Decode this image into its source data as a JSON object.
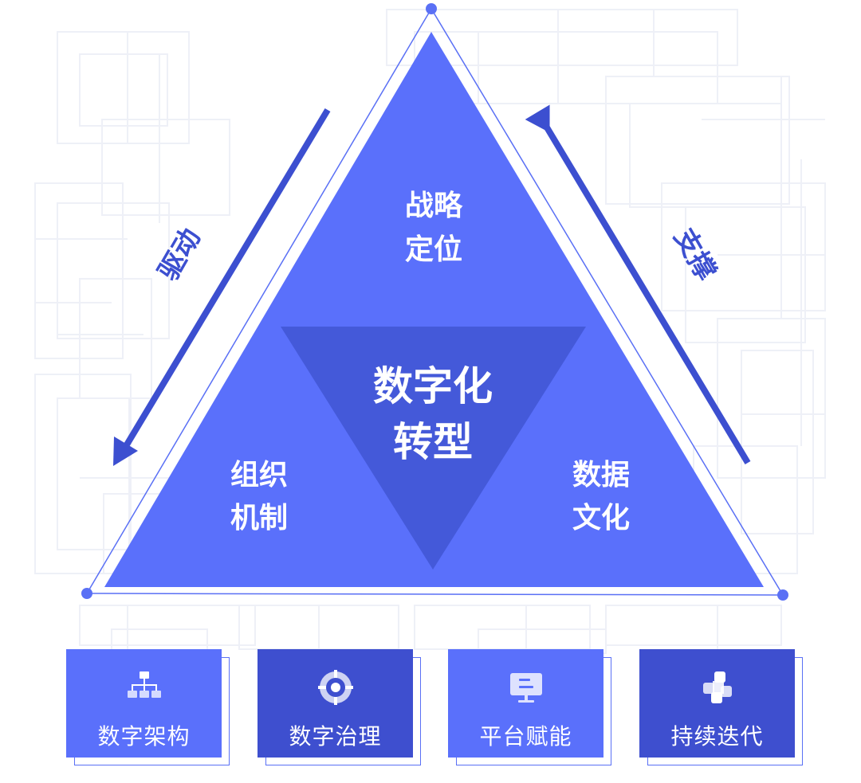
{
  "diagram": {
    "top_vertex": "战略定位",
    "top_vertex_lines": [
      "战略",
      "定位"
    ],
    "left_vertex_lines": [
      "组织",
      "机制"
    ],
    "right_vertex_lines": [
      "数据",
      "文化"
    ],
    "center_lines": [
      "数字化",
      "转型"
    ],
    "left_arrow_label": "驱动",
    "right_arrow_label": "支撑"
  },
  "cards": [
    {
      "label": "数字架构",
      "icon": "org-chart-icon"
    },
    {
      "label": "数字治理",
      "icon": "target-icon"
    },
    {
      "label": "平台赋能",
      "icon": "monitor-icon"
    },
    {
      "label": "持续迭代",
      "icon": "puzzle-icon"
    }
  ],
  "colors": {
    "primary": "#5a70fb",
    "dark": "#3e4fcf",
    "center": "#4459d9",
    "outline": "#5a70f5",
    "arrow": "#3c4fd0",
    "grid": "#eef0f7"
  }
}
